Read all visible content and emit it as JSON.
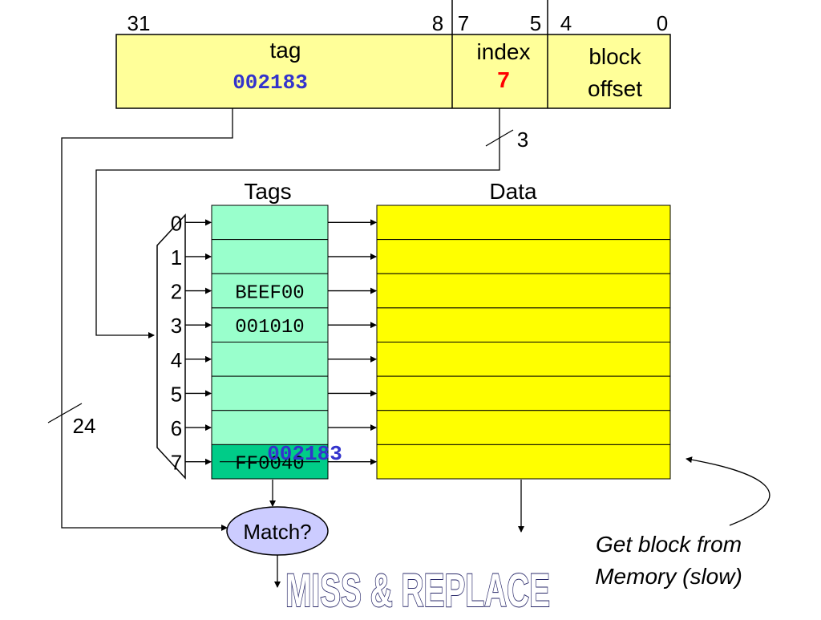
{
  "address": {
    "bit_labels": [
      "31",
      "8",
      "7",
      "5",
      "4",
      "0"
    ],
    "tag_label": "tag",
    "tag_value": "002183",
    "index_label": "index",
    "index_value": "7",
    "offset_label_1": "block",
    "offset_label_2": "offset"
  },
  "wires": {
    "index_width": "3",
    "tag_width": "24"
  },
  "cache": {
    "tags_header": "Tags",
    "data_header": "Data",
    "rows": [
      {
        "index": "0",
        "tag": ""
      },
      {
        "index": "1",
        "tag": ""
      },
      {
        "index": "2",
        "tag": "BEEF00"
      },
      {
        "index": "3",
        "tag": "001010"
      },
      {
        "index": "4",
        "tag": ""
      },
      {
        "index": "5",
        "tag": ""
      },
      {
        "index": "6",
        "tag": ""
      },
      {
        "index": "7",
        "tag": "FF0040"
      }
    ],
    "new_tag": "002183"
  },
  "match_label": "Match?",
  "result": "MISS & REPLACE",
  "note_line_1": "Get block from",
  "note_line_2": "Memory (slow)",
  "colors": {
    "address_fill": "#ffff99",
    "tag_fill": "#99ffcc",
    "tag_selected_fill": "#00cc88",
    "data_fill": "#ffff00",
    "match_fill": "#ccccff",
    "tag_value": "#3333cc",
    "index_value": "#ff0000"
  }
}
